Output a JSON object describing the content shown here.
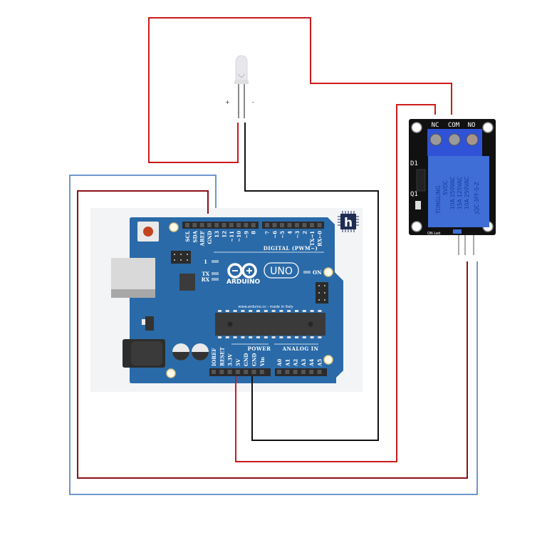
{
  "diagram": {
    "title": "Arduino UNO relay LED circuit",
    "board": {
      "name": "Arduino UNO",
      "logo_text": "ARDUINO",
      "model_badge": "UNO",
      "website": "www.arduino.cc - made in Italy",
      "digital_header_label": "DIGITAL (PWM~)",
      "power_header_label": "POWER",
      "analog_header_label": "ANALOG IN",
      "led_labels": {
        "l": "1",
        "tx": "TX",
        "rx": "RX",
        "on": "ON"
      },
      "digital_pins": [
        "SCL",
        "SDA",
        "AREF",
        "GND",
        "13",
        "12",
        "~11",
        "~10",
        "~9",
        "8",
        "7",
        "~6",
        "~5",
        "4",
        "~3",
        "2",
        "TX→1",
        "RX←0"
      ],
      "power_pins": [
        "IOREF",
        "RESET",
        "3.3V",
        "5V",
        "GND",
        "GND",
        "Vin"
      ],
      "analog_pins": [
        "A0",
        "A1",
        "A2",
        "A3",
        "A4",
        "A5"
      ]
    },
    "relay_module": {
      "terminal_labels": [
        "NC",
        "COM",
        "NO"
      ],
      "relay_brand": "TONGLING",
      "relay_text_lines": [
        "5VDC",
        "10A 250VAC",
        "15A 125VAC",
        "10A 250VAC",
        "JQC-3FF-S-Z"
      ],
      "component_labels": {
        "diode": "D1",
        "transistor": "Q1",
        "led": "ON Led"
      }
    },
    "led": {
      "name": "LED",
      "anode_label": "+",
      "cathode_label": "-"
    },
    "watermark": {
      "letter": "h"
    },
    "wire_colors": {
      "red": "#cc1a1a",
      "dark_red": "#8b1016",
      "black": "#111111",
      "blue": "#7096cc",
      "board_blue": "#2a6aa8"
    }
  }
}
